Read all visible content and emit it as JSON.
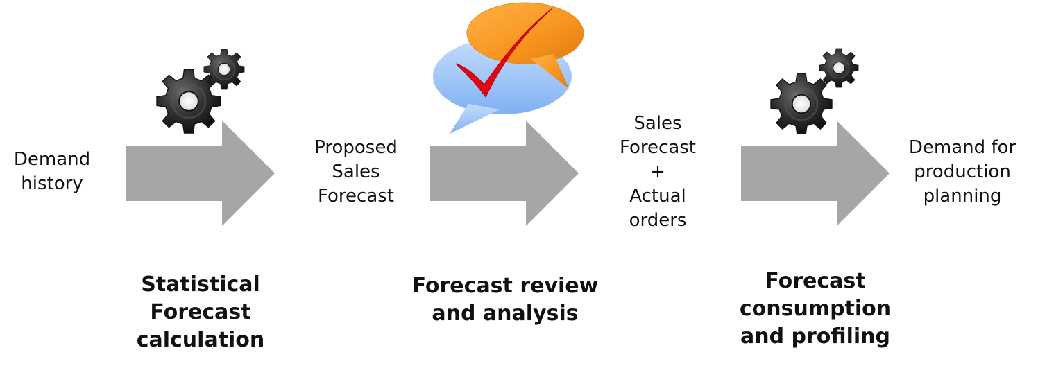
{
  "labels": {
    "demand_history": "Demand\nhistory",
    "proposed_forecast": "Proposed\nSales\nForecast",
    "sales_forecast_orders": "Sales\nForecast\n+\nActual\norders",
    "demand_production": "Demand for\nproduction\nplanning"
  },
  "steps": {
    "statistical": "Statistical\nForecast\ncalculation",
    "review": "Forecast review\nand analysis",
    "consumption": "Forecast\nconsumption\nand profiling"
  },
  "icons": [
    "gears-icon",
    "speech-bubbles-checkmark-icon",
    "gears-icon"
  ],
  "colors": {
    "arrow": "#a6a6a6",
    "gear": "#2b2b2b",
    "bubble_orange": "#f7941d",
    "bubble_blue": "#8fbcf5",
    "checkmark": "#e30613"
  }
}
